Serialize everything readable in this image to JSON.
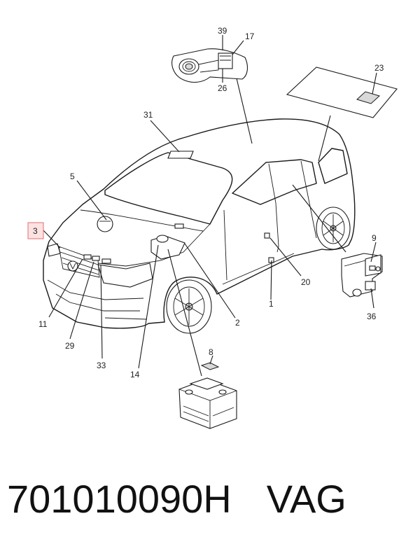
{
  "callouts": {
    "c1": "1",
    "c2": "2",
    "c3": "3",
    "c5": "5",
    "c8": "8",
    "c9": "9",
    "c11": "11",
    "c14": "14",
    "c17": "17",
    "c20": "20",
    "c23": "23",
    "c26": "26",
    "c29": "29",
    "c31": "31",
    "c33": "33",
    "c36": "36",
    "c39": "39"
  },
  "highlight_color": "#e36d6d",
  "footer": {
    "part_number": "701010090H",
    "brand": "VAG"
  }
}
